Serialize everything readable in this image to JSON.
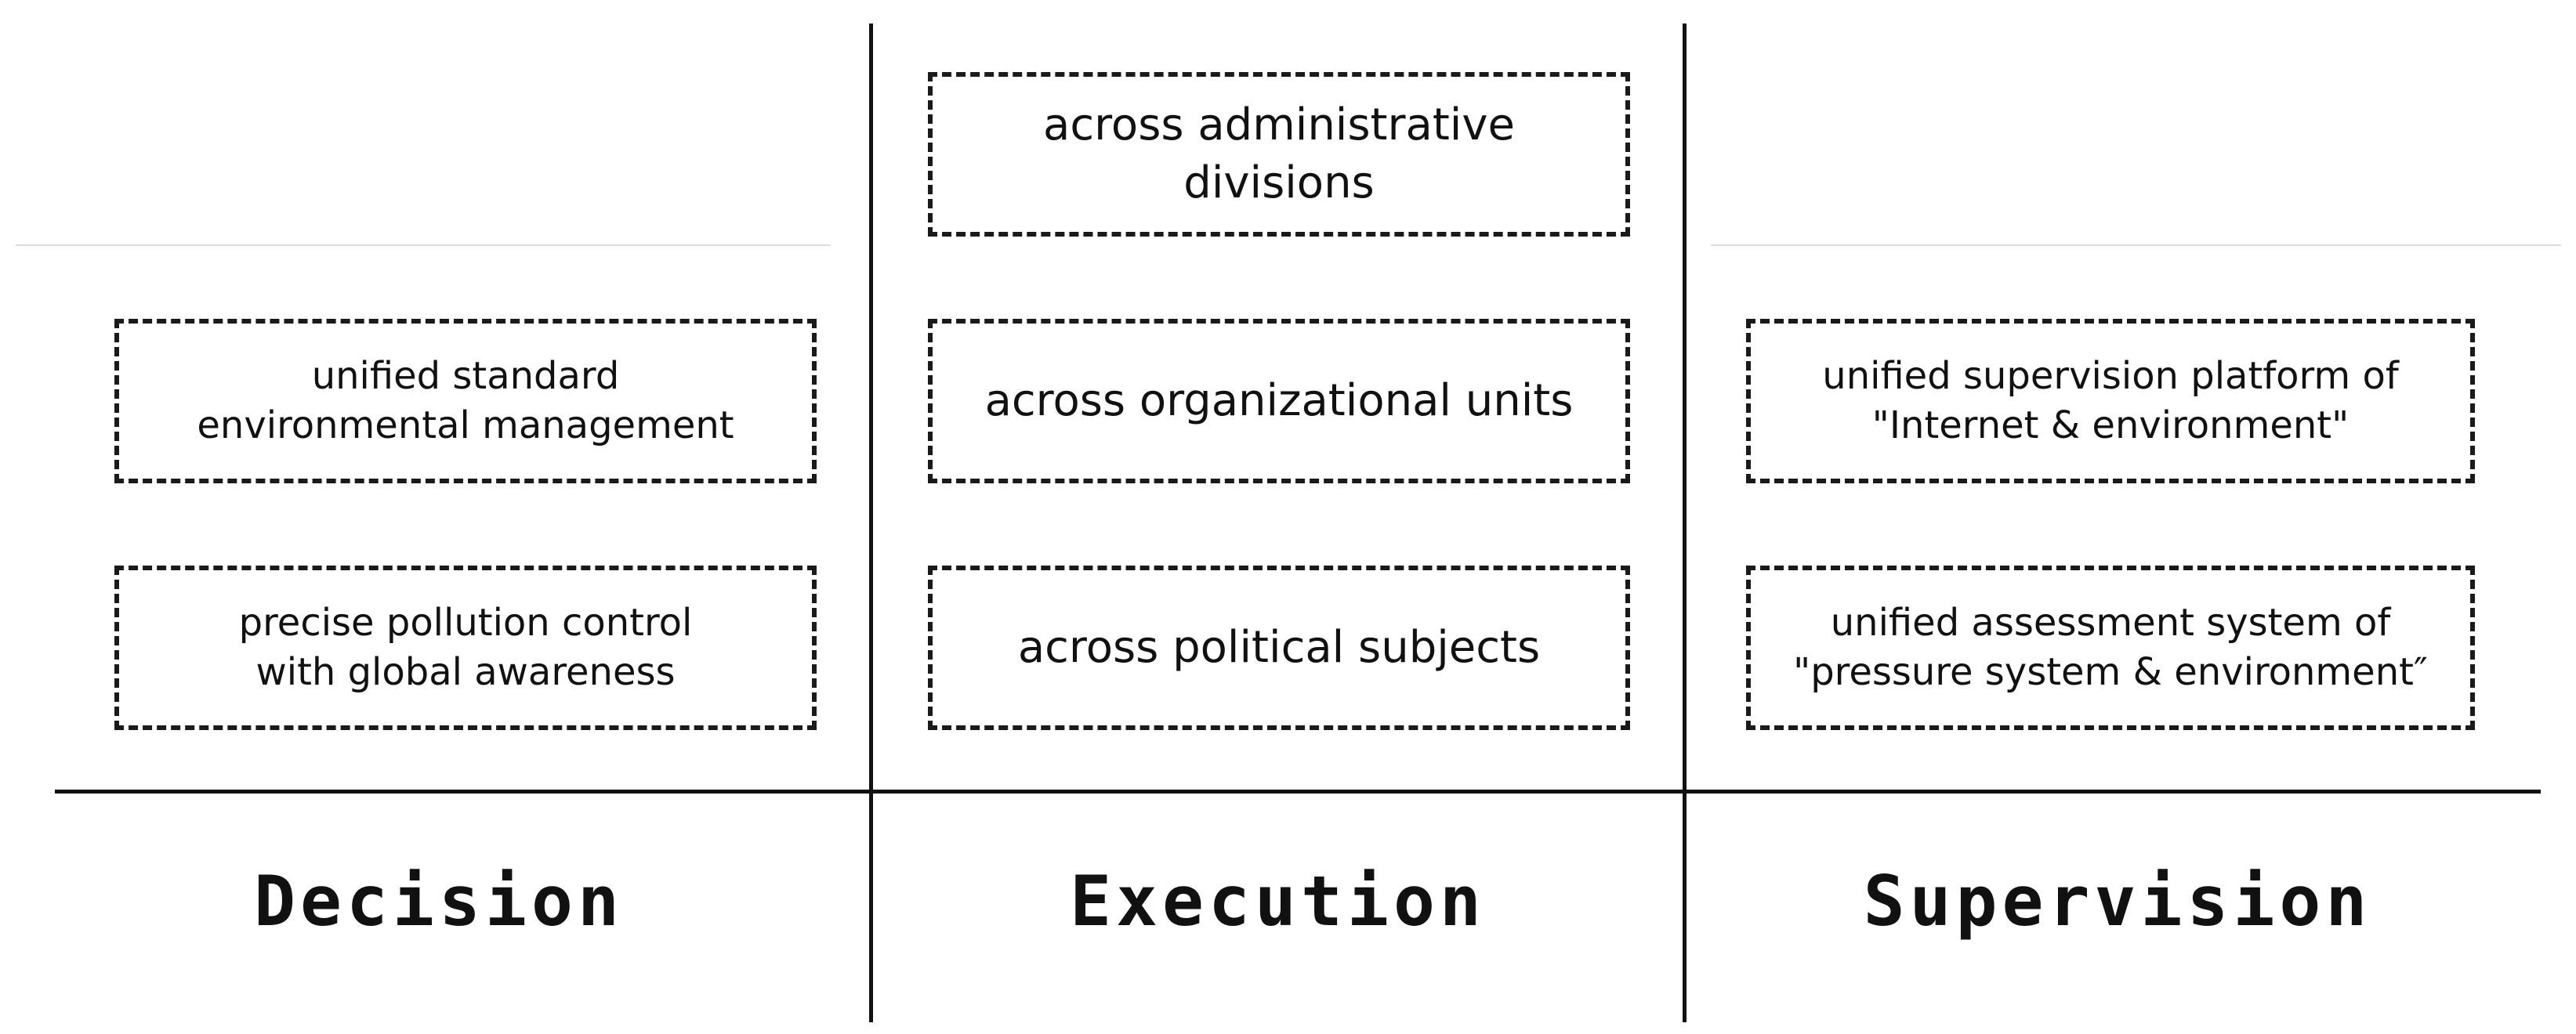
{
  "columns": {
    "decision": {
      "title": "Decision",
      "items": [
        "unified standard environmental management",
        "precise pollution control with global awareness"
      ]
    },
    "execution": {
      "title": "Execution",
      "items": [
        "across administrative divisions",
        "across organizational units",
        "across political subjects"
      ]
    },
    "supervision": {
      "title": "Supervision",
      "items": [
        "unified supervision platform of \"Internet & environment\"",
        "unified assessment system of \"pressure system & environment″"
      ]
    }
  }
}
